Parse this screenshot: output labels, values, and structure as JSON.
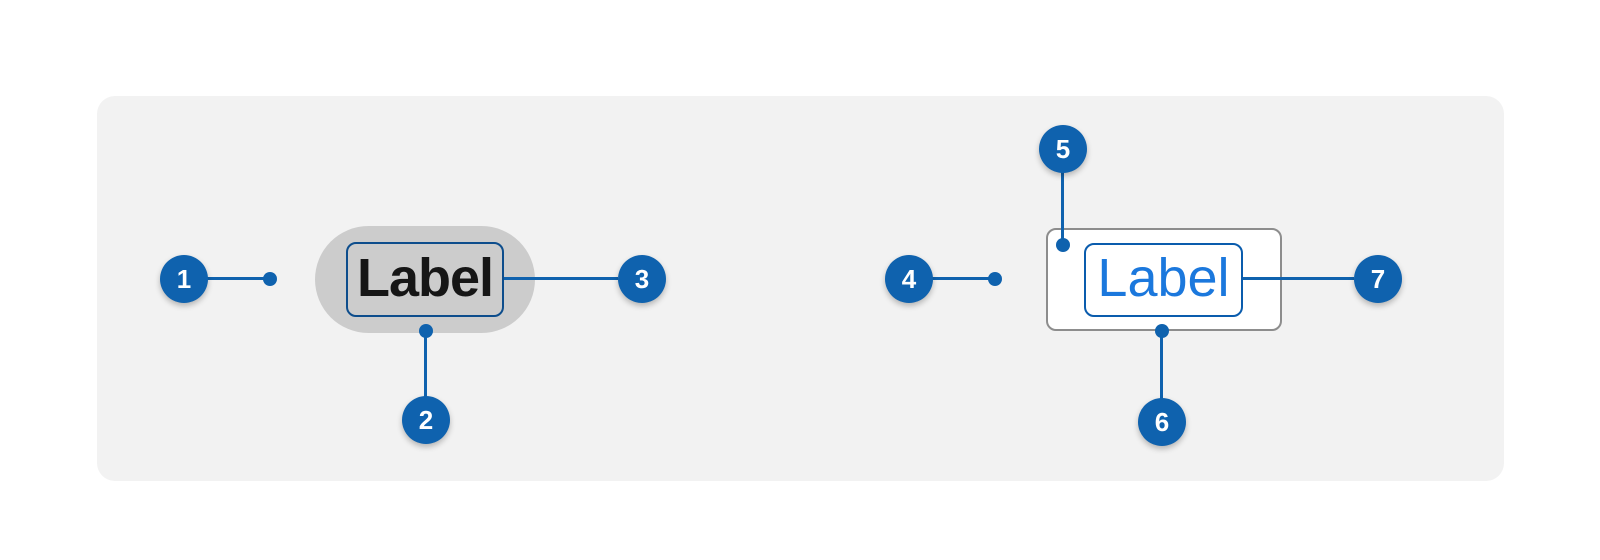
{
  "figure": {
    "left_button_label": "Label",
    "right_button_label": "Label",
    "callouts": [
      "1",
      "2",
      "3",
      "4",
      "5",
      "6",
      "7"
    ]
  },
  "colors": {
    "canvas_bg": "#ffffff",
    "panel_bg": "#f2f2f2",
    "annotation_blue": "#0f62ae",
    "pill_bg": "#cccccc",
    "pill_label_color": "#161616",
    "pill_focus_border": "#0d4d8c",
    "outline_box_border": "#8d8d8d",
    "outline_box_bg": "#ffffff",
    "label_ring_border": "#0a5cad",
    "outline_label_color": "#1b78dd"
  }
}
